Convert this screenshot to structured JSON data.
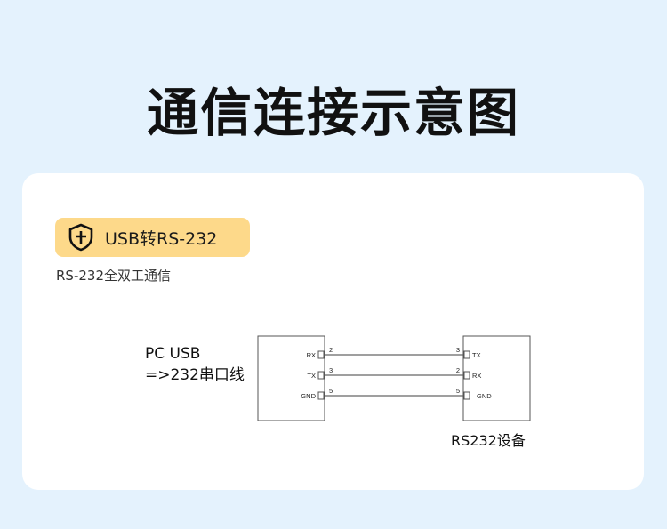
{
  "title": "通信连接示意图",
  "badge": {
    "icon": "shield-plus-icon",
    "label": "USB转RS-232"
  },
  "subtitle": "RS-232全双工通信",
  "left_label": {
    "line1": "PC  USB",
    "line2": "=>232串口线"
  },
  "right_label": "RS232设备",
  "left_pins": [
    {
      "name": "RX",
      "num": "2"
    },
    {
      "name": "TX",
      "num": "3"
    },
    {
      "name": "GND",
      "num": "5"
    }
  ],
  "right_pins": [
    {
      "name": "TX",
      "num": "3"
    },
    {
      "name": "RX",
      "num": "2"
    },
    {
      "name": "GND",
      "num": "5"
    }
  ]
}
